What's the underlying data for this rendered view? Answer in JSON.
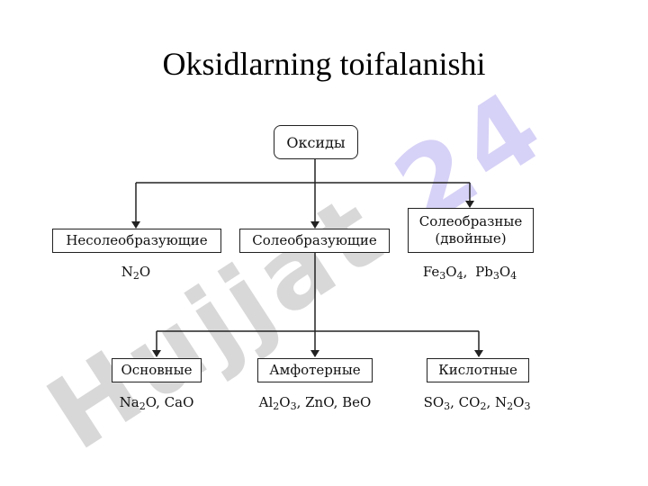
{
  "title": "Oksidlarning toifalanishi",
  "nodes": {
    "root": "Оксиды",
    "non_salt": "Несолеобразующие",
    "salt": "Солеобразующие",
    "double": [
      "Солеобразные",
      "(двойные)"
    ],
    "basic": "Основные",
    "amphoteric": "Амфотерные",
    "acidic": "Кислотные"
  },
  "examples": {
    "non_salt": [
      [
        "N",
        "2",
        "O"
      ]
    ],
    "double": [
      [
        "Fe",
        "3",
        "O",
        "4",
        ", "
      ],
      [
        "Pb",
        "3",
        "O",
        "4",
        ""
      ]
    ],
    "basic": [
      [
        "Na",
        "2",
        "O, CaO"
      ]
    ],
    "amphoteric": [
      [
        "Al",
        "2",
        "O",
        "3",
        ", ZnO, BeO"
      ]
    ],
    "acidic": [
      [
        "SO",
        "3",
        ", CO",
        "2",
        ", N",
        "2",
        "O",
        "3",
        ""
      ]
    ]
  },
  "watermark": {
    "text_gray": "Hujjat",
    "text_purple": "24",
    "color_gray": "#b9b9b9",
    "color_purple": "#c9c2f4"
  },
  "colors": {
    "line": "#222222",
    "background": "#ffffff"
  }
}
